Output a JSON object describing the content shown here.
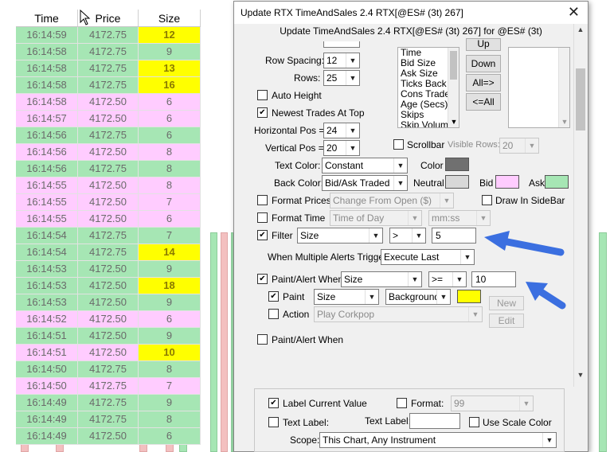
{
  "table": {
    "headers": {
      "time": "Time",
      "price": "Price",
      "size": "Size"
    },
    "rows": [
      {
        "time": "16:14:59",
        "price": "4172.75",
        "size": "12",
        "side": "ask",
        "hl": true
      },
      {
        "time": "16:14:58",
        "price": "4172.75",
        "size": "9",
        "side": "ask",
        "hl": false
      },
      {
        "time": "16:14:58",
        "price": "4172.75",
        "size": "13",
        "side": "ask",
        "hl": true
      },
      {
        "time": "16:14:58",
        "price": "4172.75",
        "size": "16",
        "side": "ask",
        "hl": true
      },
      {
        "time": "16:14:58",
        "price": "4172.50",
        "size": "6",
        "side": "bid",
        "hl": false
      },
      {
        "time": "16:14:57",
        "price": "4172.50",
        "size": "6",
        "side": "bid",
        "hl": false
      },
      {
        "time": "16:14:56",
        "price": "4172.75",
        "size": "6",
        "side": "ask",
        "hl": false
      },
      {
        "time": "16:14:56",
        "price": "4172.50",
        "size": "8",
        "side": "bid",
        "hl": false
      },
      {
        "time": "16:14:56",
        "price": "4172.75",
        "size": "8",
        "side": "ask",
        "hl": false
      },
      {
        "time": "16:14:55",
        "price": "4172.50",
        "size": "8",
        "side": "bid",
        "hl": false
      },
      {
        "time": "16:14:55",
        "price": "4172.50",
        "size": "7",
        "side": "bid",
        "hl": false
      },
      {
        "time": "16:14:55",
        "price": "4172.50",
        "size": "6",
        "side": "bid",
        "hl": false
      },
      {
        "time": "16:14:54",
        "price": "4172.75",
        "size": "7",
        "side": "ask",
        "hl": false
      },
      {
        "time": "16:14:54",
        "price": "4172.75",
        "size": "14",
        "side": "ask",
        "hl": true
      },
      {
        "time": "16:14:53",
        "price": "4172.50",
        "size": "9",
        "side": "ask",
        "hl": false
      },
      {
        "time": "16:14:53",
        "price": "4172.50",
        "size": "18",
        "side": "ask",
        "hl": true
      },
      {
        "time": "16:14:53",
        "price": "4172.50",
        "size": "9",
        "side": "ask",
        "hl": false
      },
      {
        "time": "16:14:52",
        "price": "4172.50",
        "size": "6",
        "side": "bid",
        "hl": false
      },
      {
        "time": "16:14:51",
        "price": "4172.50",
        "size": "9",
        "side": "ask",
        "hl": false
      },
      {
        "time": "16:14:51",
        "price": "4172.50",
        "size": "10",
        "side": "bid",
        "hl": true
      },
      {
        "time": "16:14:50",
        "price": "4172.75",
        "size": "8",
        "side": "ask",
        "hl": false
      },
      {
        "time": "16:14:50",
        "price": "4172.75",
        "size": "7",
        "side": "bid",
        "hl": false
      },
      {
        "time": "16:14:49",
        "price": "4172.75",
        "size": "9",
        "side": "ask",
        "hl": false
      },
      {
        "time": "16:14:49",
        "price": "4172.75",
        "size": "8",
        "side": "ask",
        "hl": false
      },
      {
        "time": "16:14:49",
        "price": "4172.50",
        "size": "6",
        "side": "ask",
        "hl": false
      }
    ]
  },
  "dialog": {
    "title": "Update RTX TimeAndSales 2.4 RTX[@ES# (3t) 267]",
    "subtitle": "Update TimeAndSales 2.4 RTX[@ES# (3t) 267] for @ES# (3t)",
    "close_icon": "close-icon",
    "row_spacing": {
      "label": "Row Spacing:",
      "value": "12"
    },
    "rows": {
      "label": "Rows:",
      "value": "25"
    },
    "auto_height": {
      "label": "Auto Height",
      "checked": false
    },
    "newest_trades": {
      "label": "Newest Trades At Top",
      "checked": true
    },
    "horizontal_pos": {
      "label": "Horizontal Pos =",
      "value": "24"
    },
    "vertical_pos": {
      "label": "Vertical Pos =",
      "value": "20"
    },
    "column_list": [
      "Time",
      "Bid Size",
      "Ask Size",
      "Ticks Back",
      "Cons Trade",
      "Age (Secs)",
      "Skips",
      "Skip Volume"
    ],
    "buttons": {
      "up": "Up",
      "down": "Down",
      "all_right": "All=>",
      "all_left": "<=All"
    },
    "scrollbar": {
      "label": "Scrollbar",
      "checked": false
    },
    "visible_rows": {
      "label": "Visible Rows:",
      "value": "20"
    },
    "text_color": {
      "label": "Text Color:",
      "value": "Constant"
    },
    "color_label": "Color",
    "back_color": {
      "label": "Back Color:",
      "value": "Bid/Ask Traded"
    },
    "neutral_label": "Neutral",
    "bid_label": "Bid",
    "ask_label": "Ask",
    "colors": {
      "color": "#707070",
      "neutral": "#d8d8d8",
      "bid": "#ffccff",
      "ask": "#a6e6b4",
      "paint": "#ffff00"
    },
    "format_prices": {
      "label": "Format Prices",
      "checked": false,
      "value": "Change From Open ($)"
    },
    "draw_in_sidebar": {
      "label": "Draw In SideBar",
      "checked": false
    },
    "format_time": {
      "label": "Format Time",
      "checked": false,
      "value": "Time of Day",
      "format": "mm:ss"
    },
    "filter": {
      "label": "Filter",
      "checked": true,
      "field": "Size",
      "op": ">",
      "value": "5"
    },
    "multiple_alerts": {
      "label": "When Multiple Alerts Trigger:",
      "value": "Execute Last"
    },
    "paint_alert": {
      "label": "Paint/Alert When",
      "checked": true,
      "field": "Size",
      "op": ">=",
      "value": "10"
    },
    "paint": {
      "label": "Paint",
      "checked": true,
      "field": "Size",
      "target": "Background"
    },
    "new_btn": "New",
    "edit_btn": "Edit",
    "action": {
      "label": "Action",
      "checked": false,
      "value": "Play Corkpop"
    },
    "paint_alert2": {
      "label": "Paint/Alert When",
      "checked": false
    },
    "label_current_value": {
      "label": "Label Current Value",
      "checked": true
    },
    "format": {
      "label": "Format:",
      "checked": false,
      "value": "99"
    },
    "text_label_chk": {
      "label": "Text Label:",
      "checked": false
    },
    "text_label_field": {
      "label": "Text Label:",
      "value": ""
    },
    "use_scale_color": {
      "label": "Use Scale Color",
      "checked": false
    },
    "scope": {
      "label": "Scope:",
      "value": "This Chart, Any Instrument"
    }
  }
}
